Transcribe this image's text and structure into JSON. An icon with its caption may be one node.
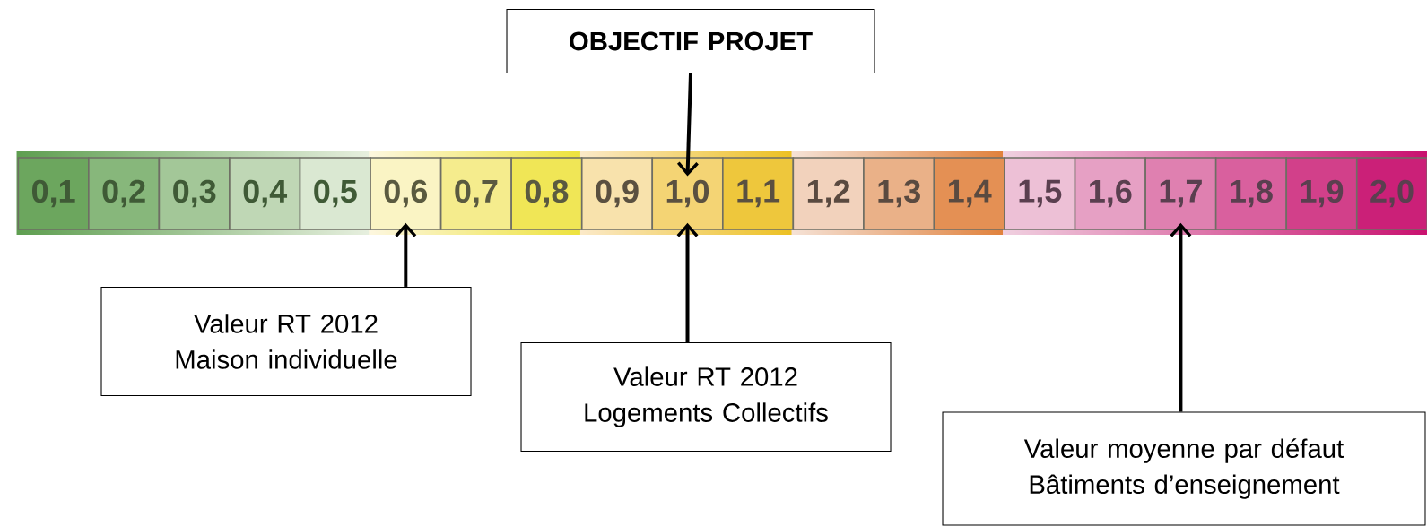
{
  "diagram": {
    "nodes": [
      {
        "text": [
          "OBJECTIF PROJET"
        ]
      },
      {
        "text": [
          "0,1"
        ]
      },
      {
        "text": [
          "0,2"
        ]
      },
      {
        "text": [
          "0,3"
        ]
      },
      {
        "text": [
          "0,4"
        ]
      },
      {
        "text": [
          "0,5"
        ]
      },
      {
        "text": [
          "0,6"
        ]
      },
      {
        "text": [
          "0,7"
        ]
      },
      {
        "text": [
          "0,8"
        ]
      },
      {
        "text": [
          "0,9"
        ]
      },
      {
        "text": [
          "1,0"
        ]
      },
      {
        "text": [
          "1,1"
        ]
      },
      {
        "text": [
          "1,2"
        ]
      },
      {
        "text": [
          "1,3"
        ]
      },
      {
        "text": [
          "1,4"
        ]
      },
      {
        "text": [
          "1,5"
        ]
      },
      {
        "text": [
          "1,6"
        ]
      },
      {
        "text": [
          "1,7"
        ]
      },
      {
        "text": [
          "1,8"
        ]
      },
      {
        "text": [
          "1,9"
        ]
      },
      {
        "text": [
          "2,0"
        ]
      },
      {
        "text": [
          "Valeur RT 2012 Maison individuelle"
        ]
      },
      {
        "text": [
          "Valeur RT 2012 Logements Collectifs"
        ]
      },
      {
        "text": [
          "Valeur moyenne par défaut Bâtiments d’enseignement"
        ]
      }
    ],
    "edges": [
      {
        "from": 0,
        "to": 10,
        "arrow": "to"
      },
      {
        "from": 21,
        "to": 6,
        "arrow": "to"
      },
      {
        "from": 22,
        "to": 10,
        "arrow": "to"
      },
      {
        "from": 23,
        "to": 17,
        "arrow": "to"
      }
    ]
  }
}
